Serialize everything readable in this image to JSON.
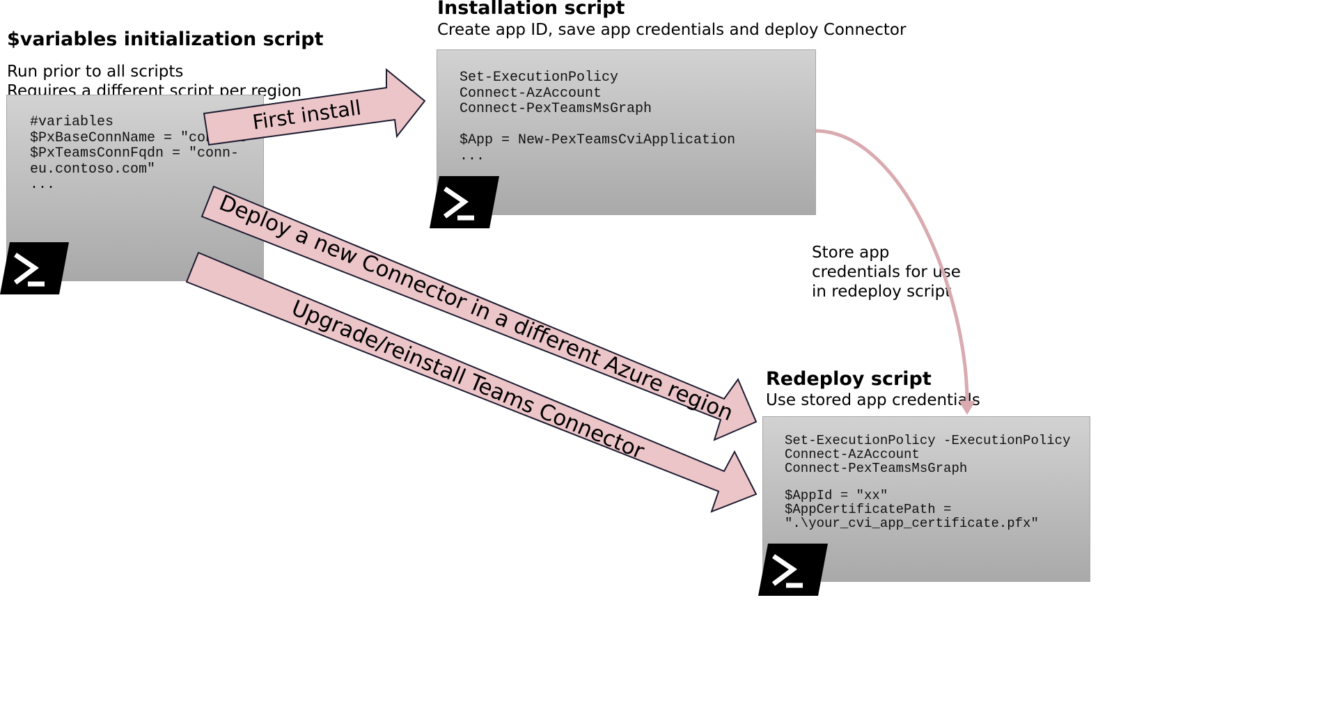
{
  "variables_block": {
    "title": "$variables initialization script",
    "subtitle_1": "Run prior to all scripts",
    "subtitle_2": "Requires a different script per region",
    "code": "#variables\n$PxBaseConnName = \"contoso\"\n$PxTeamsConnFqdn = \"conn-\neu.contoso.com\"\n..."
  },
  "install_block": {
    "title": "Installation script",
    "subtitle": "Create app ID, save app credentials and deploy Connector",
    "code": "Set-ExecutionPolicy\nConnect-AzAccount\nConnect-PexTeamsMsGraph\n\n$App = New-PexTeamsCviApplication\n..."
  },
  "redeploy_block": {
    "title": "Redeploy script",
    "subtitle": "Use stored app credentials",
    "code": "Set-ExecutionPolicy -ExecutionPolicy\nConnect-AzAccount\nConnect-PexTeamsMsGraph\n\n$AppId = \"xx\"\n$AppCertificatePath =\n\".\\your_cvi_app_certificate.pfx\""
  },
  "arrows": {
    "first_install": "First install",
    "deploy_new": "Deploy a new Connector in a different Azure region",
    "upgrade": "Upgrade/reinstall Teams Connector"
  },
  "store_note": {
    "line1": "Store app",
    "line2": "credentials for use",
    "line3": "in redeploy script"
  },
  "colors": {
    "arrow_fill": "#ecc5c9",
    "arrow_stroke": "#1b1b2f",
    "curve": "#d9aab0",
    "icon_bg": "#000000",
    "icon_fg": "#ffffff"
  },
  "icons": {
    "variables": "powershell-icon",
    "install": "powershell-icon",
    "redeploy": "powershell-icon"
  }
}
